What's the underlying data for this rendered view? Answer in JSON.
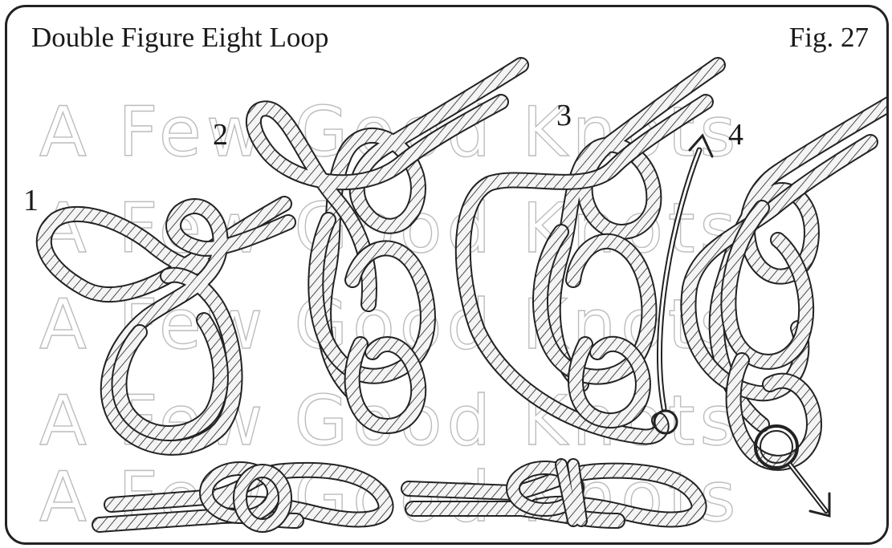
{
  "title": "Double Figure Eight Loop",
  "figure_label": "Fig. 27",
  "step_numbers": [
    "1",
    "2",
    "3",
    "4"
  ],
  "watermark": "A Few Good Knots",
  "colors": {
    "ink": "#1a1a1a",
    "rope_fill": "#f4f4f4",
    "watermark": "#bdbdbd",
    "border": "#222222"
  }
}
